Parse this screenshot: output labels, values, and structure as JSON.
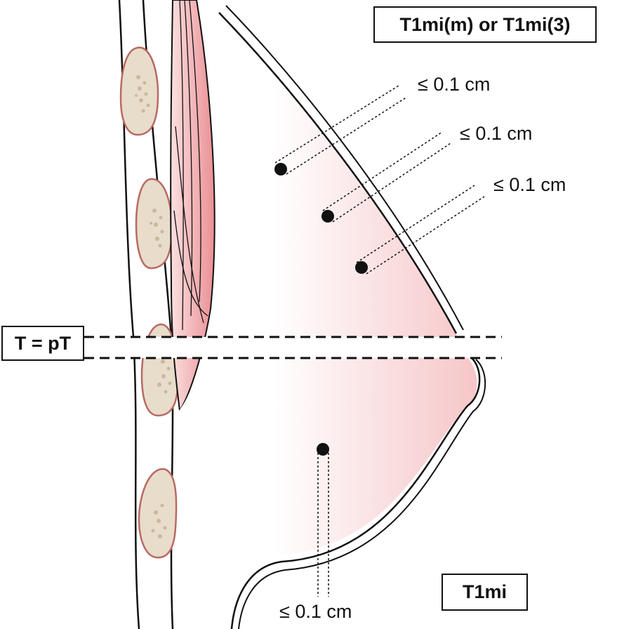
{
  "labels": {
    "multifocal": "T1mi(m) or T1mi(3)",
    "single": "T1mi",
    "t_equals": "T = pT"
  },
  "measurements": {
    "focus_1": "≤ 0.1 cm",
    "focus_2": "≤ 0.1 cm",
    "focus_3": "≤ 0.1 cm",
    "focus_4": "≤ 0.1 cm"
  },
  "colors": {
    "breast_tissue": "#f6c6c8",
    "pectoral_muscle": "#ea8f94",
    "rib_bone": "#e8dccb",
    "rib_outline": "#b86a62",
    "line": "#111111",
    "tumor_focus": "#111111"
  }
}
